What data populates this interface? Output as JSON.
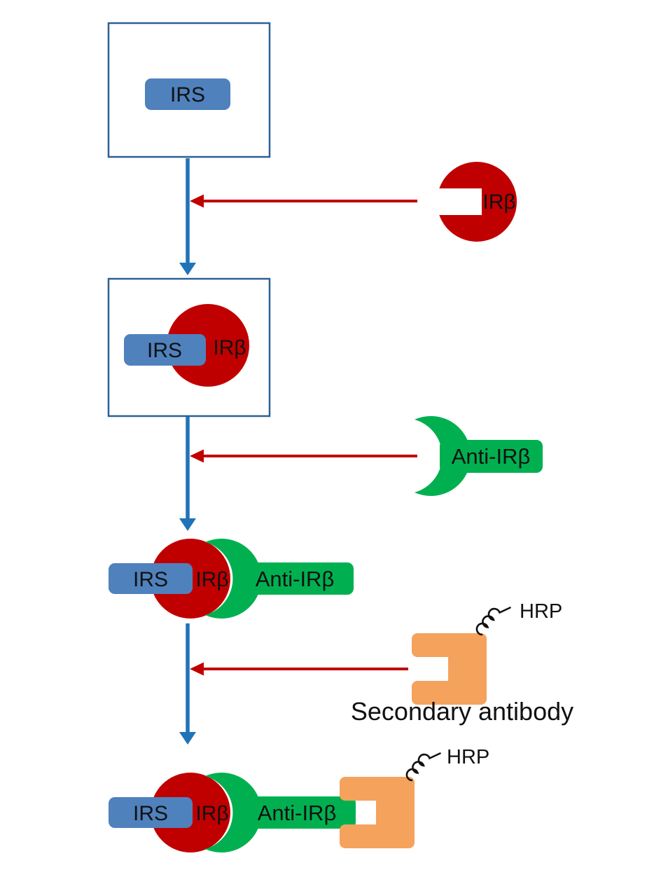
{
  "diagram": {
    "step1": {
      "irs_label": "IRS"
    },
    "reagent_irb": {
      "label": "IRβ"
    },
    "step2": {
      "irs_label": "IRS",
      "irb_label": "IRβ"
    },
    "reagent_anti_irb": {
      "label": "Anti-IRβ"
    },
    "step3": {
      "irs_label": "IRS",
      "irb_label": "IRβ",
      "anti_irb_label": "Anti-IRβ"
    },
    "reagent_secondary": {
      "hrp_label": "HRP",
      "label": "Secondary antibody"
    },
    "step4": {
      "irs_label": "IRS",
      "irb_label": "IRβ",
      "anti_irb_label": "Anti-IRβ",
      "hrp_label": "HRP"
    }
  },
  "colors": {
    "irs_blue": "#4f81bd",
    "box_border": "#2d6096",
    "arrow_blue": "#2173b8",
    "dark_red": "#c00000",
    "green": "#00b050",
    "orange": "#f5a25d",
    "ink": "#111111"
  }
}
